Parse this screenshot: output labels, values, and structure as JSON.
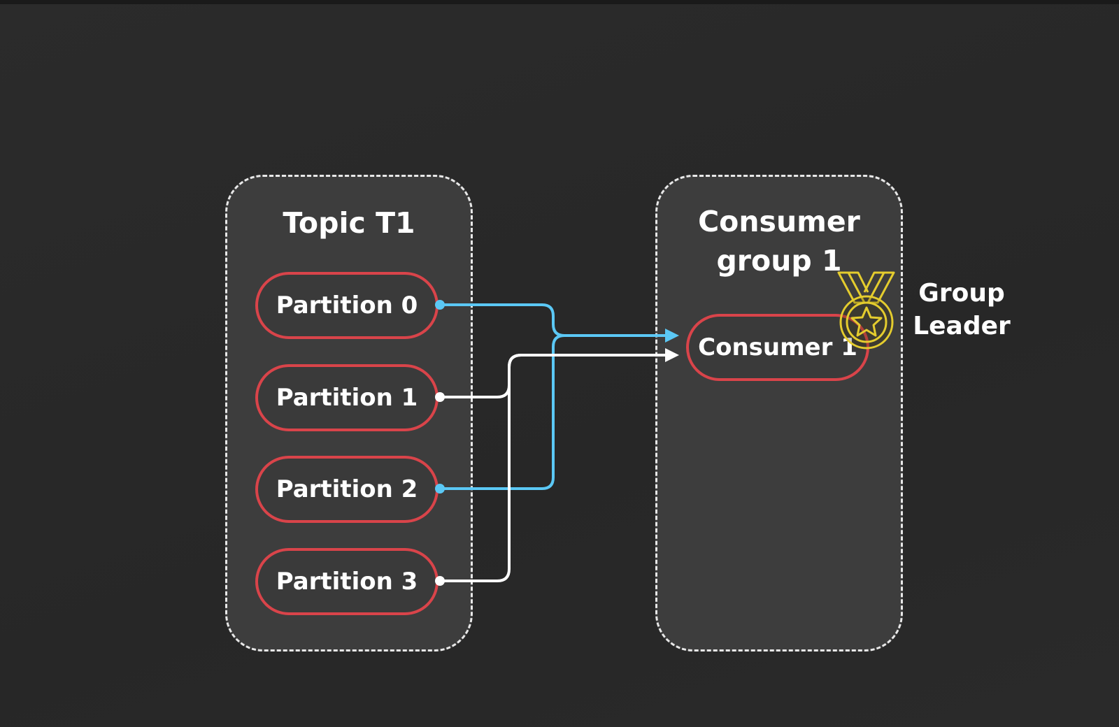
{
  "topic": {
    "title": "Topic T1",
    "partitions": [
      {
        "label": "Partition 0",
        "line_color": "#5bc8f5"
      },
      {
        "label": "Partition 1",
        "line_color": "#ffffff"
      },
      {
        "label": "Partition 2",
        "line_color": "#5bc8f5"
      },
      {
        "label": "Partition 3",
        "line_color": "#ffffff"
      }
    ]
  },
  "consumer_group": {
    "title_line1": "Consumer",
    "title_line2": "group 1",
    "consumer_label": "Consumer 1"
  },
  "leader": {
    "label_line1": "Group",
    "label_line2": "Leader",
    "icon": "medal-icon",
    "color": "#e4cc2e"
  },
  "colors": {
    "background": "#2a2a2a",
    "box_fill": "#3d3d3d",
    "pill_border": "#d9444a",
    "arrow_blue": "#5bc8f5",
    "arrow_white": "#ffffff"
  }
}
